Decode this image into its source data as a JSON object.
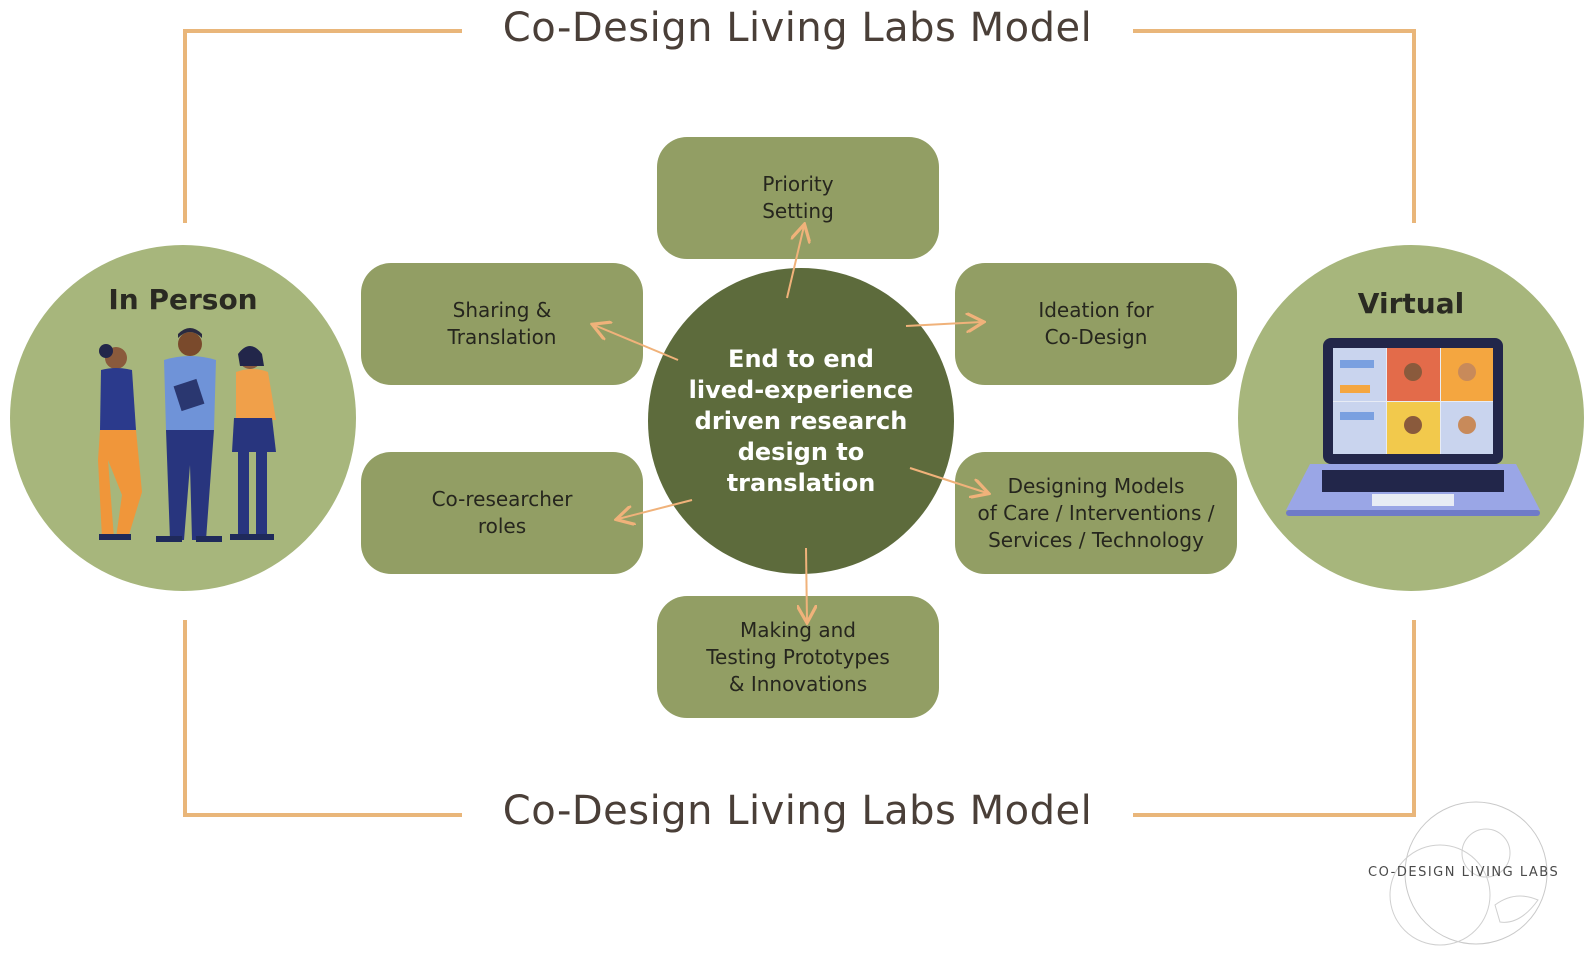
{
  "title_top": "Co-Design Living Labs Model",
  "title_bottom": "Co-Design Living Labs Model",
  "left_circle": {
    "label": "In Person",
    "illustration": "three-people-standing"
  },
  "right_circle": {
    "label": "Virtual",
    "illustration": "laptop-video-call"
  },
  "center": {
    "text": "End to end\nlived-experience\ndriven research\ndesign to\ntranslation"
  },
  "boxes": {
    "priority": "Priority\nSetting",
    "sharing": "Sharing &\nTranslation",
    "ideation": "Ideation for\nCo-Design",
    "coresearcher": "Co-researcher\nroles",
    "designing": "Designing Models\nof Care / Interventions /\nServices / Technology",
    "making": "Making and\nTesting Prototypes\n& Innovations"
  },
  "watermark": {
    "text": "CO-DESIGN LIVING LABS"
  },
  "colors": {
    "frame": "#e9b67a",
    "side_circle": "#a7b67c",
    "box": "#929e64",
    "center": "#5d6b3c",
    "arrow": "#f0b27a"
  }
}
